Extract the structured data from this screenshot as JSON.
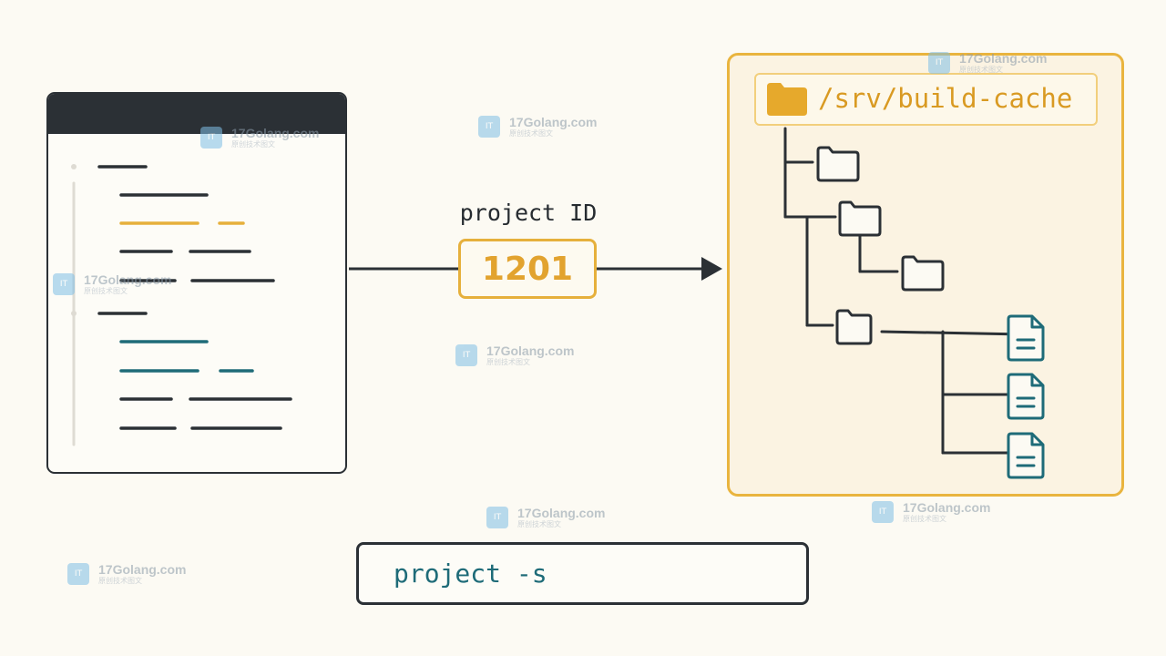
{
  "arrow_label": "project ID",
  "project_id": "1201",
  "cache_path": "/srv/build-cache",
  "command": "project -s",
  "watermark": {
    "text": "17Golang.com",
    "subtext": "原创技术图文"
  },
  "colors": {
    "background": "#fcfaf3",
    "dark": "#2b3035",
    "accent": "#e6b03c",
    "teal": "#1e6b78"
  },
  "icons": {
    "root_folder": "folder-icon",
    "tree_folder": "folder-outline-icon",
    "tree_file": "document-icon"
  }
}
